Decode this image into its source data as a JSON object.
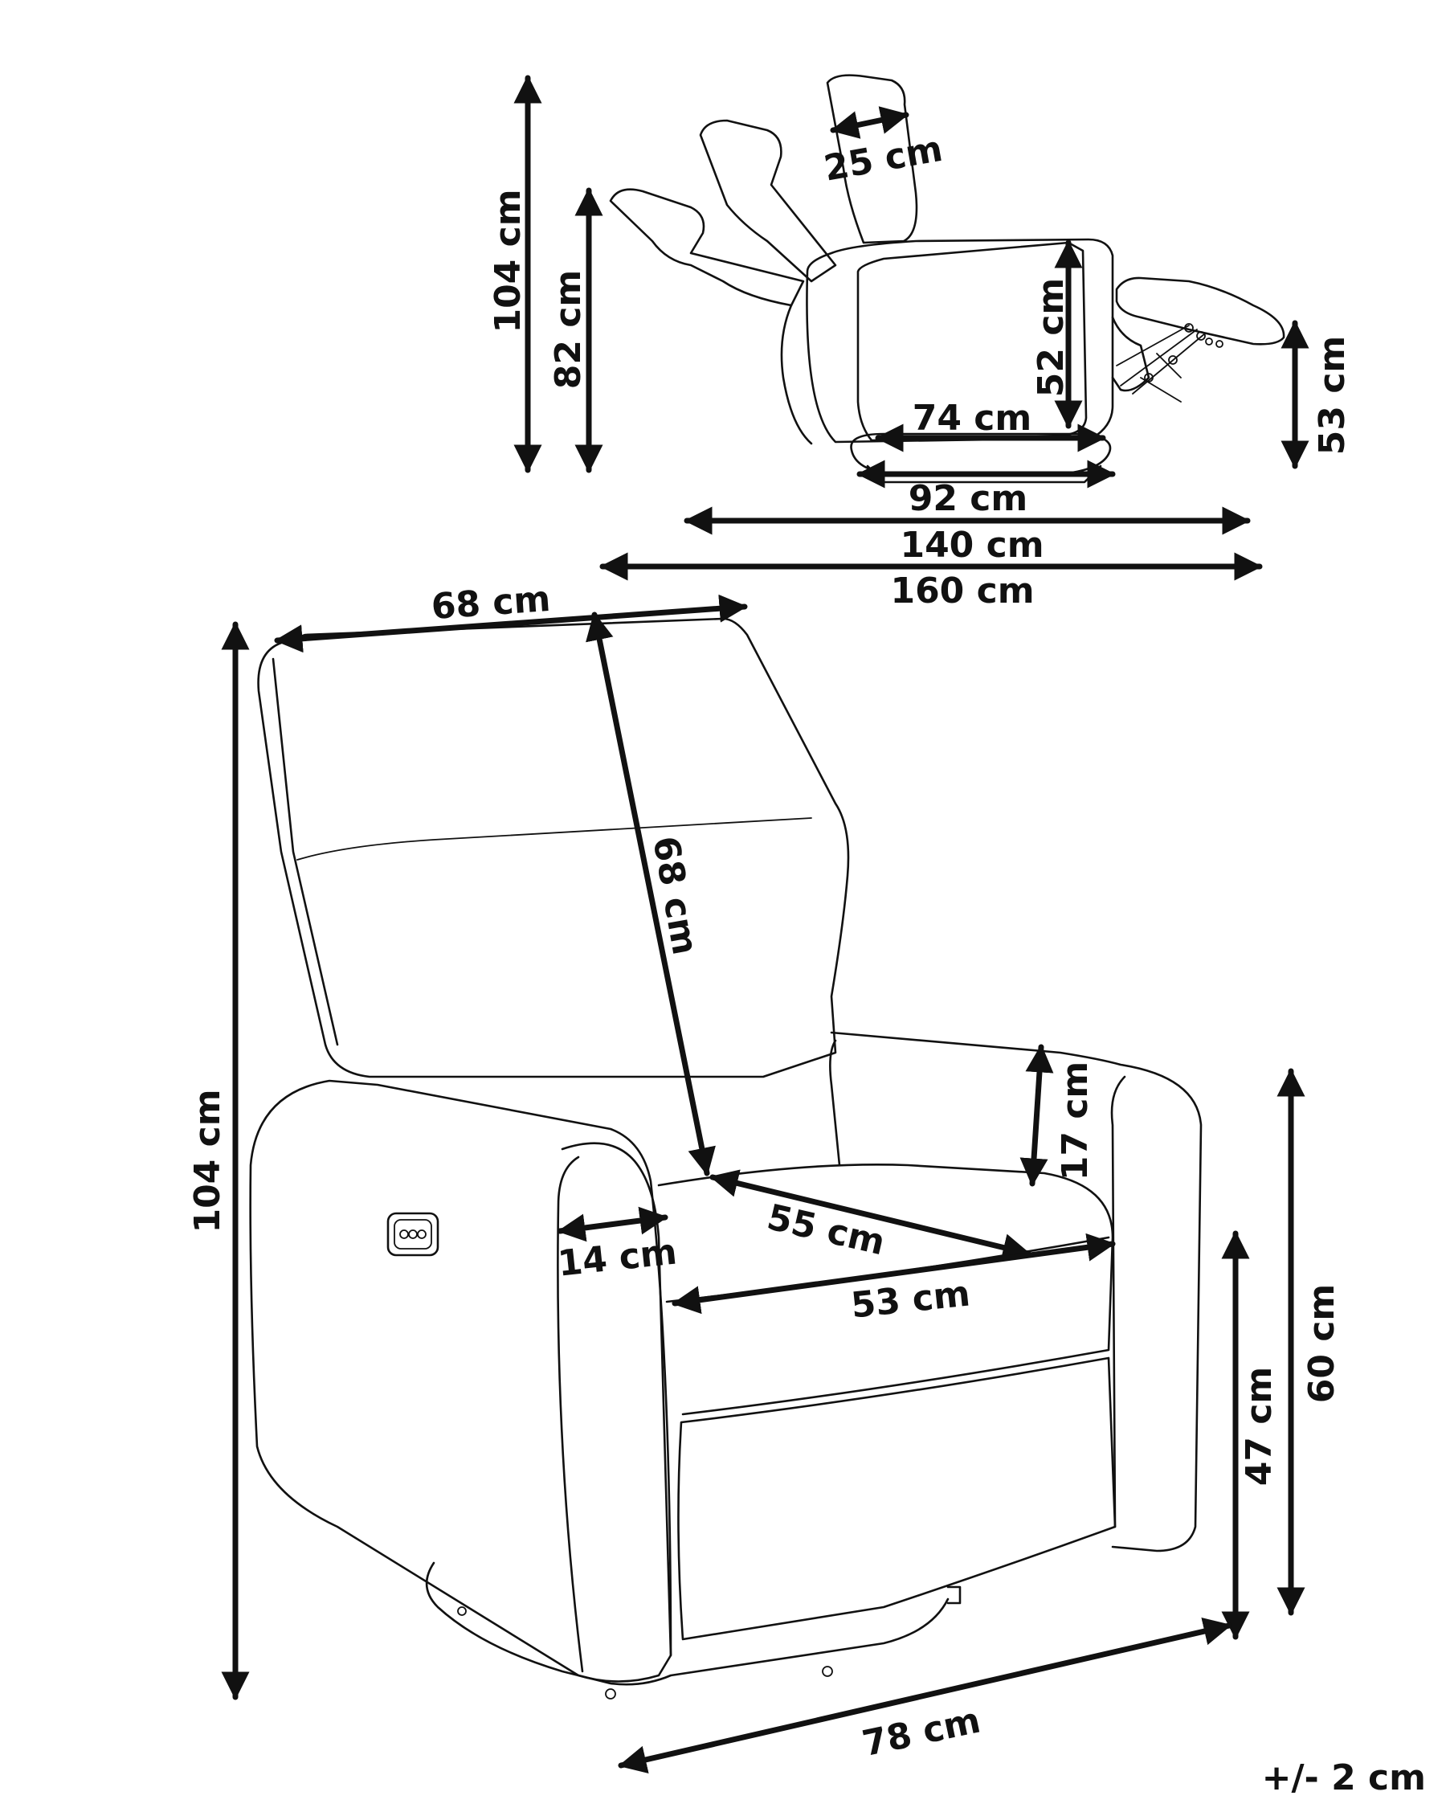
{
  "side_view": {
    "height_total": "104 cm",
    "height_back": "82 cm",
    "headrest_depth": "25 cm",
    "seat_height_side": "52 cm",
    "base_depth": "74 cm",
    "footrest_height": "53 cm",
    "depth_seated": "92 cm",
    "depth_mid": "140 cm",
    "depth_reclined": "160 cm"
  },
  "front_view": {
    "back_width": "68 cm",
    "back_height": "68 cm",
    "total_height": "104 cm",
    "armrest_height": "17 cm",
    "seat_depth": "55 cm",
    "armrest_width": "14 cm",
    "seat_width": "53 cm",
    "arm_height": "60 cm",
    "seat_height": "47 cm",
    "total_width": "78 cm"
  },
  "tolerance": "+/- 2 cm"
}
